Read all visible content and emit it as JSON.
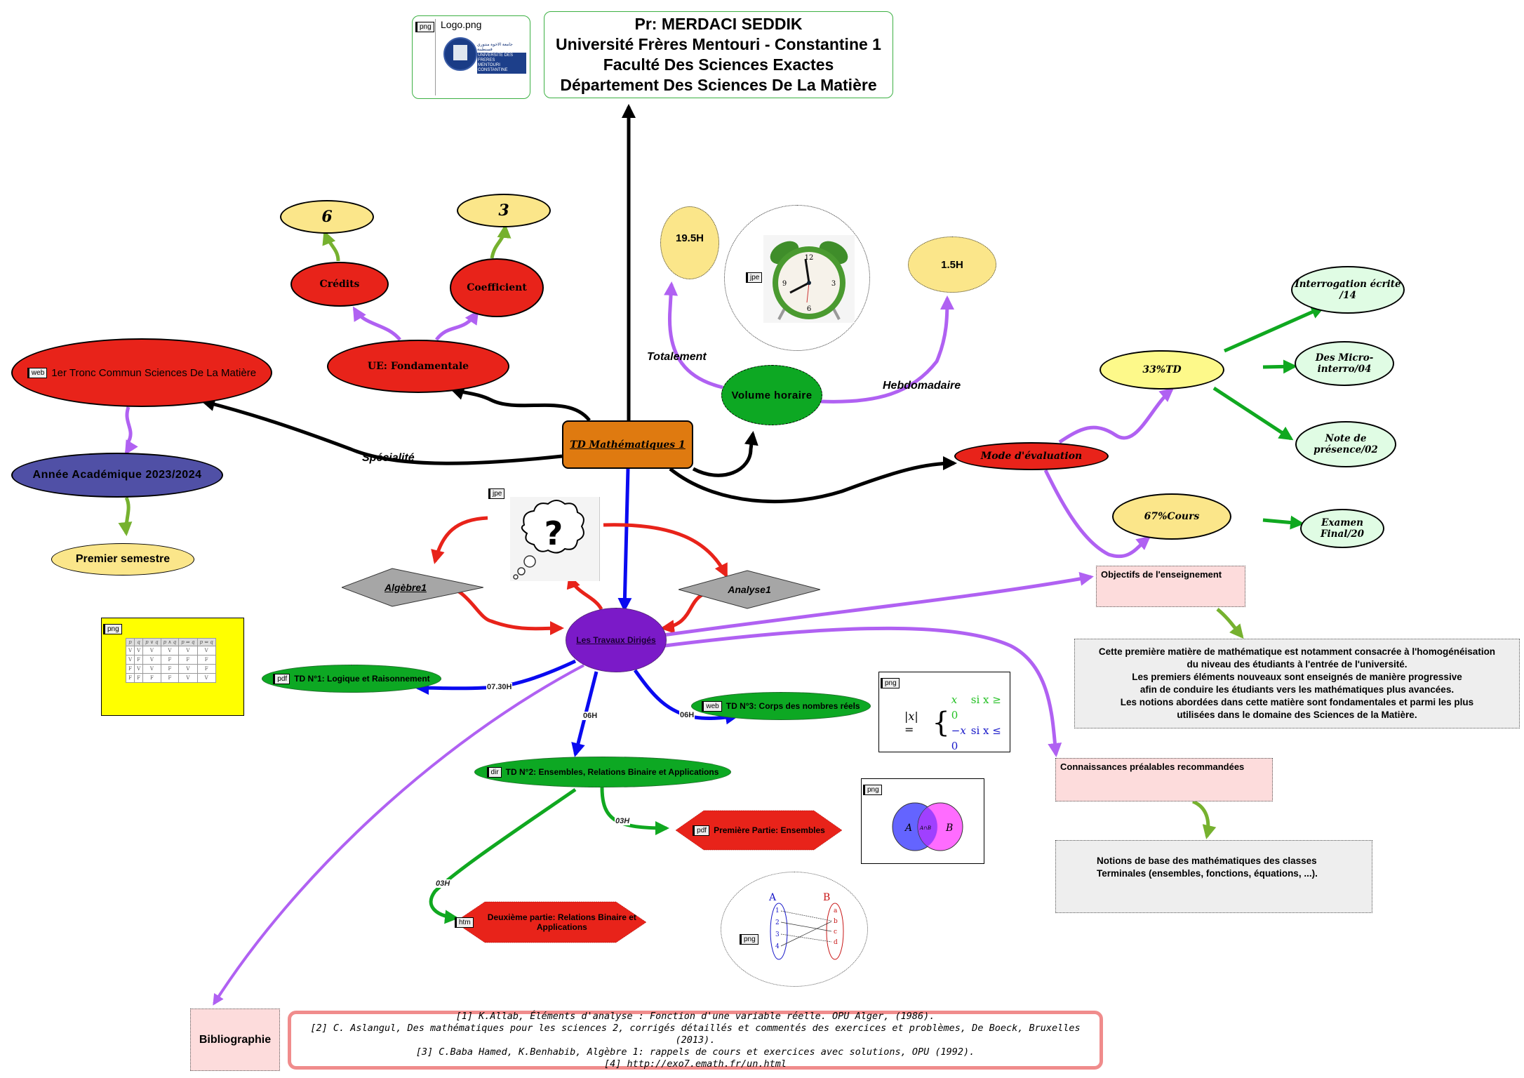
{
  "header": {
    "logo": {
      "file_tag": "png",
      "label": "Logo.png",
      "caption_lines": [
        "جامعة الاخوة منتوري قسنطينة",
        "UNIVERSITE DES FRERES",
        "MENTOURI CONSTANTINE"
      ]
    },
    "title_lines": [
      "Pr: MERDACI SEDDIK",
      "Université Frères Mentouri - Constantine 1",
      "Faculté Des Sciences Exactes",
      "Département Des Sciences De La Matière"
    ]
  },
  "central": {
    "label": "TD Mathématiques 1"
  },
  "specialite": {
    "edge_label": "Spécialité",
    "tronc": {
      "file_tag": "web",
      "label": "1er Tronc Commun Sciences De La Matière"
    },
    "annee": {
      "label": "Année Académique 2023/2024"
    },
    "semestre": {
      "label": "Premier semestre"
    }
  },
  "ue": {
    "label": "UE: Fondamentale",
    "credits": {
      "label": "Crédits",
      "value": "6"
    },
    "coefficient": {
      "label": "Coefficient",
      "value": "3"
    }
  },
  "volume": {
    "label": "Volume horaire",
    "total": {
      "edge_label": "Totalement",
      "value": "19.5H"
    },
    "weekly": {
      "edge_label": "Hebdomadaire",
      "value": "1.5H"
    },
    "clock_tag": "jpe"
  },
  "evaluation": {
    "label": "Mode d'évaluation",
    "td": {
      "label": "33%TD",
      "items": [
        "Interrogation écrite /14",
        "Des Micro-interro/04",
        "Note de présence/02"
      ]
    },
    "cours": {
      "label": "67%Cours",
      "items": [
        "Examen Final/20"
      ]
    }
  },
  "travaux": {
    "label": "Les Travaux Dirigés",
    "question_tag": "jpe",
    "algebre": "Algèbre1",
    "analyse": "Analyse1",
    "td1": {
      "file_tag": "pdf",
      "label": "TD N°1: Logique et Raisonnement",
      "hours": "07.30H"
    },
    "td2": {
      "file_tag": "dir",
      "label": "TD N°2: Ensembles, Relations Binaire et Applications",
      "hours": "06H"
    },
    "td3": {
      "file_tag": "web",
      "label": "TD N°3: Corps des nombres réels",
      "hours": "06H"
    },
    "part1": {
      "file_tag": "pdf",
      "label": "Première Partie:  Ensembles",
      "hours": "03H"
    },
    "part2": {
      "file_tag": "htm",
      "label": "Deuxième partie: Relations Binaire et Applications",
      "hours": "03H"
    }
  },
  "images": {
    "truth_table": {
      "file_tag": "png",
      "headers": [
        "p",
        "q",
        "p ∨ q",
        "p ∧ q",
        "p ⇒ q",
        "p ⇔ q"
      ],
      "rows": [
        [
          "V",
          "V",
          "V",
          "V",
          "V",
          "V"
        ],
        [
          "V",
          "F",
          "V",
          "F",
          "F",
          "F"
        ],
        [
          "F",
          "V",
          "V",
          "F",
          "V",
          "F"
        ],
        [
          "F",
          "F",
          "F",
          "F",
          "V",
          "V"
        ]
      ]
    },
    "abs_value": {
      "file_tag": "png",
      "lhs": "|x| =",
      "case1_value": "x",
      "case1_cond": "si x ≥ 0",
      "case2_value": "−x",
      "case2_cond": "si x ≤ 0"
    },
    "venn": {
      "file_tag": "png",
      "a": "A",
      "b": "B",
      "intersection": "A∩B"
    },
    "mapping": {
      "file_tag": "png",
      "set_a": "A",
      "set_b": "B",
      "a_items": [
        "1",
        "2",
        "3",
        "4"
      ],
      "b_items": [
        "a",
        "b",
        "c",
        "d"
      ]
    }
  },
  "objectifs": {
    "title": "Objectifs de l'enseignement",
    "text_lines": [
      "Cette première matière de mathématique est notamment consacrée à l'homogénéisation",
      "du niveau des étudiants à l'entrée de l'université.",
      "Les premiers éléments nouveaux sont enseignés de manière progressive",
      "afin de conduire les étudiants vers les mathématiques plus avancées.",
      "Les notions abordées dans cette matière sont fondamentales et parmi les plus",
      "utilisées dans le domaine des Sciences de la Matière."
    ]
  },
  "connaissances": {
    "title": "Connaissances préalables recommandées",
    "text_lines": [
      "Notions de base des mathématiques des classes",
      "Terminales (ensembles, fonctions, équations, ...)."
    ]
  },
  "bibliographie": {
    "title": "Bibliographie",
    "refs": [
      "[1] K.Allab, Éléments d'analyse : Fonction d'une variable réelle. OPU Alger, (1986).",
      "[2] C. Aslangul, Des mathématiques pour les sciences 2, corrigés détaillés et commentés des exercices et problèmes, De Boeck, Bruxelles (2013).",
      "[3] C.Baba Hamed, K.Benhabib, Algèbre 1: rappels de cours et exercices avec solutions, OPU (1992).",
      "[4] http://exo7.emath.fr/un.html"
    ]
  },
  "colors": {
    "red_node": "#e8231a",
    "yellow_node": "#fbe68a",
    "light_yellow": "#fdf98a",
    "green_node": "#0da823",
    "light_green": "#e0fce4",
    "purple_node": "#7b1ac8",
    "blue_node": "#5050a6",
    "orange_node": "#df7a10",
    "grey_diamond": "#a6a6a6",
    "wire_black": "#000000",
    "wire_purple": "#b061f2",
    "wire_green": "#76b12f",
    "wire_bright_green": "#10a820",
    "wire_blue": "#0a0af0",
    "wire_red": "#e8231a"
  }
}
